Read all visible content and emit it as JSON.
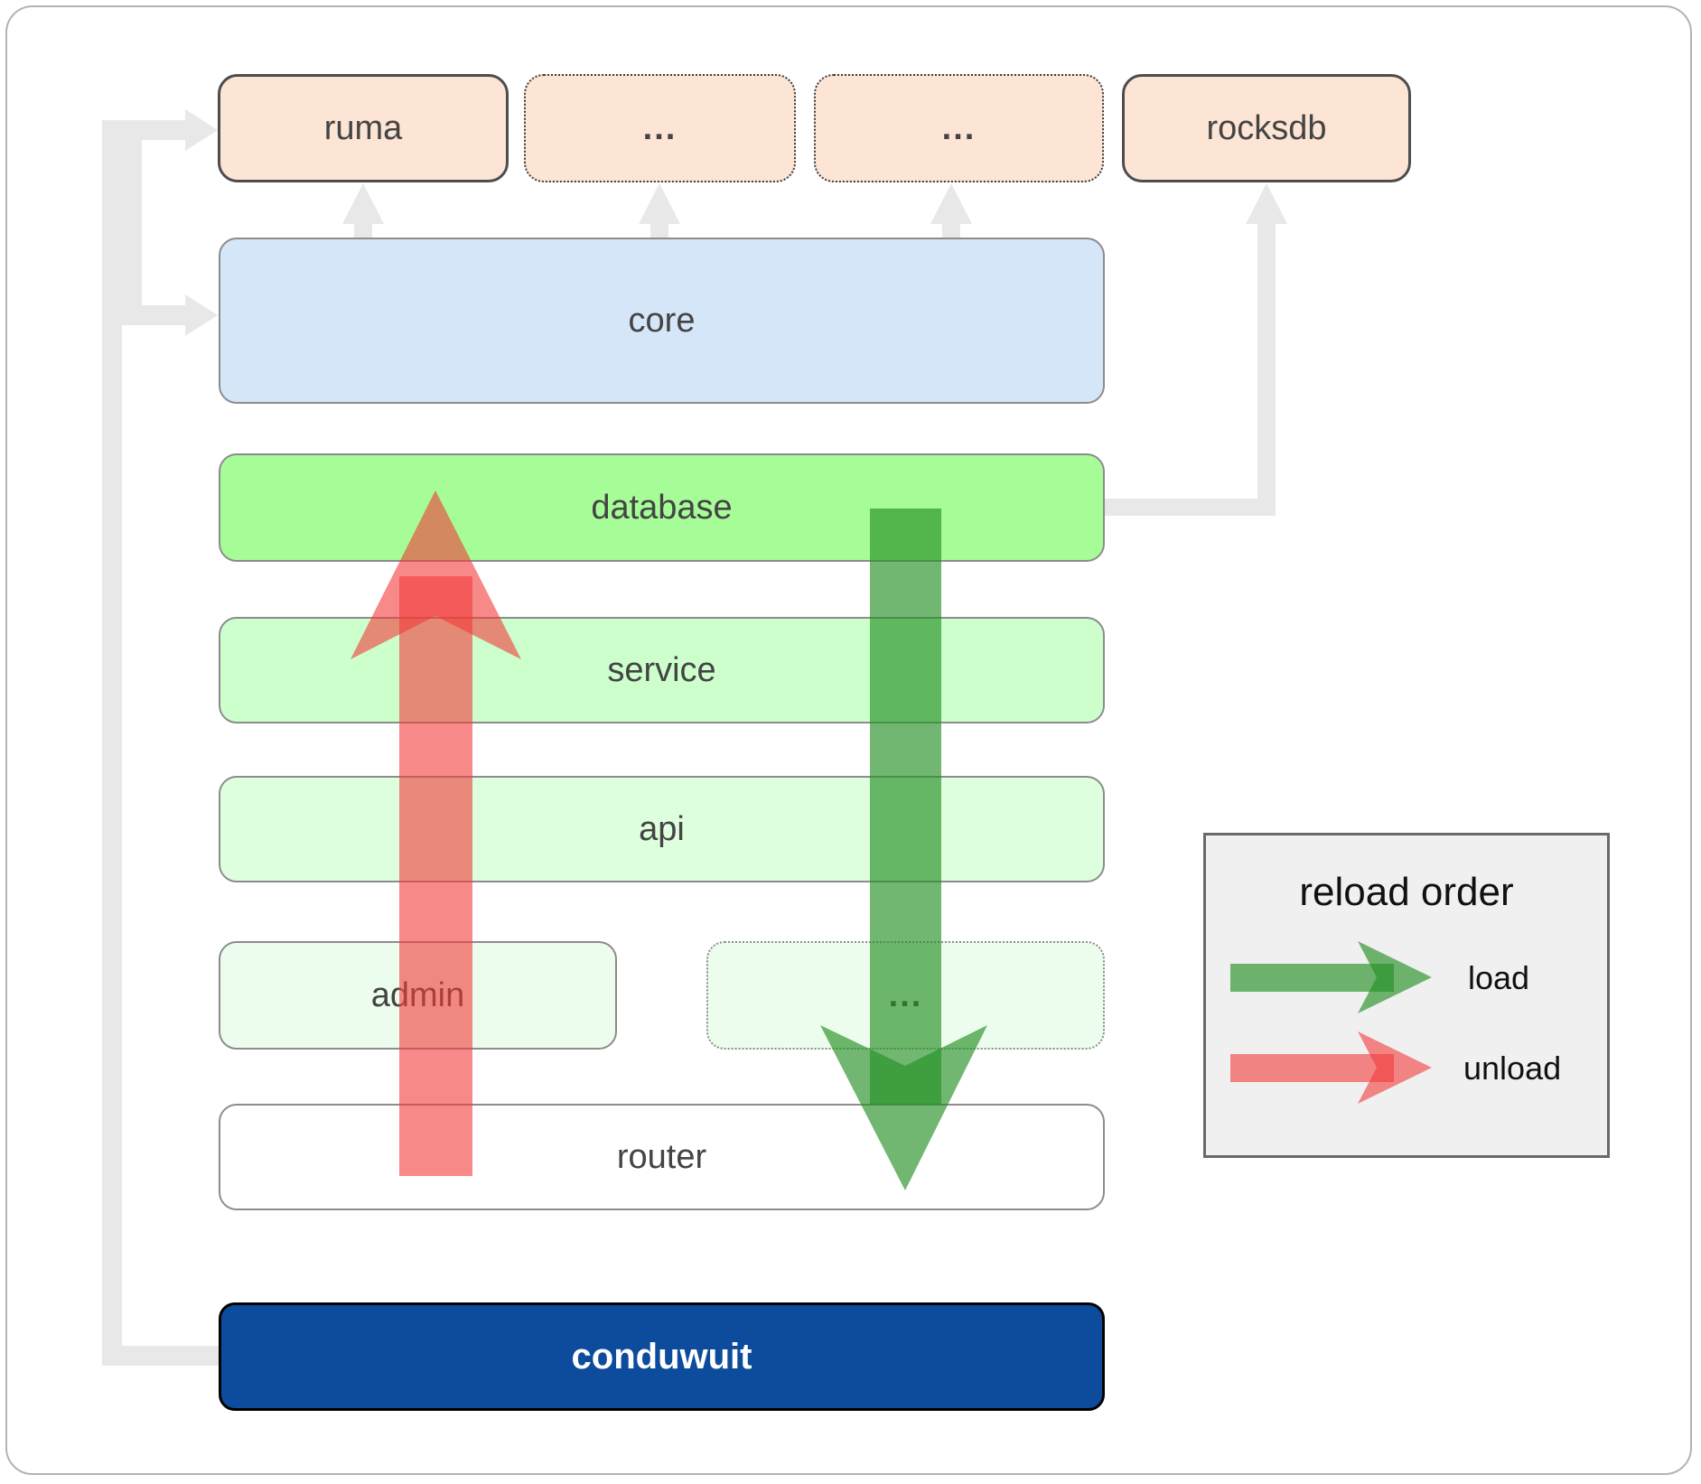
{
  "nodes": {
    "ruma": "ruma",
    "ellipsis_top_1": "...",
    "ellipsis_top_2": "...",
    "rocksdb": "rocksdb",
    "core": "core",
    "database": "database",
    "service": "service",
    "api": "api",
    "admin": "admin",
    "ellipsis_mid": "...",
    "router": "router",
    "conduwuit": "conduwuit"
  },
  "legend": {
    "title": "reload order",
    "items": [
      {
        "label": "load",
        "color": "#259025"
      },
      {
        "label": "unload",
        "color": "#f13b3b"
      }
    ]
  },
  "colors": {
    "peach_box": "#fce5d5",
    "core_blue": "#d4e6f8",
    "database_green": "#a6fc96",
    "service_green": "#ccffcc",
    "api_green": "#ddffdd",
    "faint_green": "#edfded",
    "router_white": "#ffffff",
    "conduwuit_blue": "#0d4c9c",
    "connector_gray": "#e8e8e8",
    "load_green": "#259025",
    "unload_red": "#f13b3b",
    "legend_bg": "#f0f0f0"
  }
}
